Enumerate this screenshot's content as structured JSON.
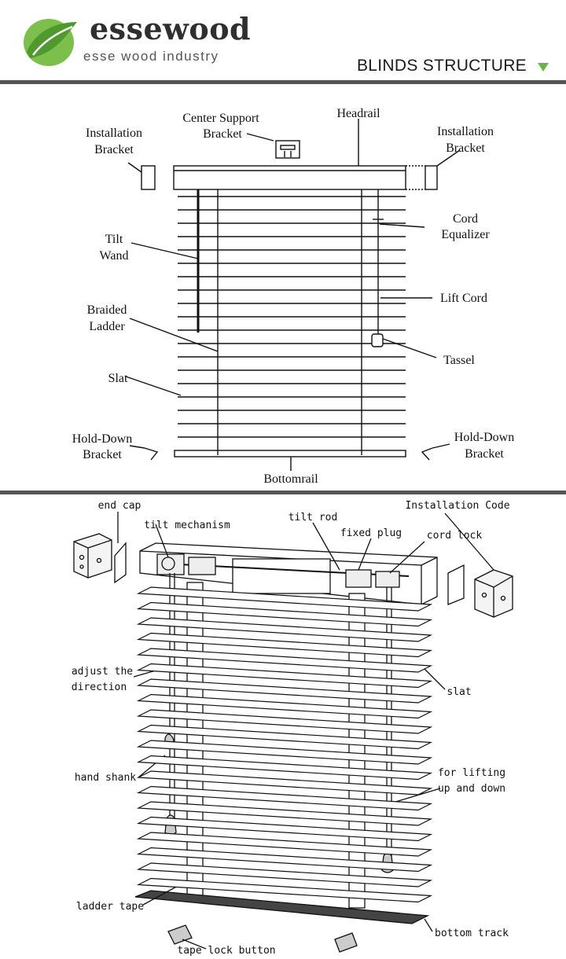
{
  "brand": {
    "name": "essewood",
    "tagline": "esse wood industry"
  },
  "section_title": "BLINDS STRUCTURE",
  "diagram1": {
    "installation_bracket_left": [
      "Installation",
      "Bracket"
    ],
    "center_support": [
      "Center Support",
      "Bracket"
    ],
    "headrail": "Headrail",
    "installation_bracket_right": [
      "Installation",
      "Bracket"
    ],
    "cord_equalizer": [
      "Cord",
      "Equalizer"
    ],
    "tilt_wand": [
      "Tilt",
      "Wand"
    ],
    "braided_ladder": [
      "Braided",
      "Ladder"
    ],
    "lift_cord": "Lift Cord",
    "tassel": "Tassel",
    "slat": "Slat",
    "hold_down_left": [
      "Hold-Down",
      "Bracket"
    ],
    "hold_down_right": [
      "Hold-Down",
      "Bracket"
    ],
    "bottomrail": "Bottomrail"
  },
  "diagram2": {
    "end_cap": "end cap",
    "tilt_mechanism": "tilt mechanism",
    "tilt_rod": "tilt rod",
    "fixed_plug": "fixed plug",
    "cord_lock": "cord lock",
    "installation_code": "Installation Code",
    "adjust_direction": [
      "adjust the",
      "direction"
    ],
    "slat": "slat",
    "hand_shank": "hand shank",
    "lifting": [
      "for lifting",
      "up and down"
    ],
    "ladder_tape": "ladder tape",
    "bottom_track": "bottom track",
    "tape_lock_button": "tape lock button"
  },
  "colors": {
    "accent": "#6ab34a",
    "rule": "#555555",
    "ink": "#111111"
  }
}
